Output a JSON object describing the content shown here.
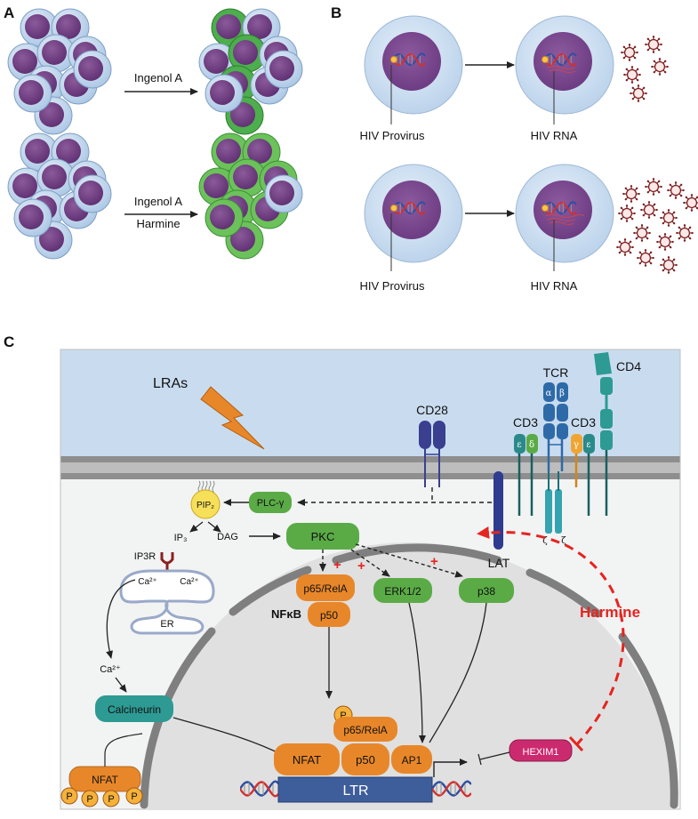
{
  "panels": {
    "a": {
      "letter": "A",
      "arrow1_label": "Ingenol A",
      "arrow2_label_line1": "Ingenol A",
      "arrow2_label_line2": "Harmine"
    },
    "b": {
      "letter": "B",
      "provirus_label": "HIV Provirus",
      "rna_label": "HIV RNA"
    },
    "c": {
      "letter": "C",
      "lras": "LRAs",
      "cd28": "CD28",
      "tcr": "TCR",
      "cd4": "CD4",
      "cd3_left": "CD3",
      "cd3_right": "CD3",
      "epsilon": "ε",
      "delta": "δ",
      "gamma": "γ",
      "alpha": "α",
      "beta": "β",
      "zeta": "ζ",
      "lat": "LAT",
      "pip2": "PIP₂",
      "plc": "PLC-γ",
      "ip3": "IP₃",
      "dag": "DAG",
      "pkc": "PKC",
      "ip3r": "IP3R",
      "ca": "Ca²⁺",
      "er": "ER",
      "calcineurin": "Calcineurin",
      "p65": "p65/RelA",
      "p50": "p50",
      "nfkb": "NFκB",
      "erk": "ERK1/2",
      "p38": "p38",
      "harmine": "Harmine",
      "hexim1": "HEXIM1",
      "nfat": "NFAT",
      "p": "P",
      "ap1": "AP1",
      "ltr": "LTR",
      "plus": "+"
    }
  },
  "colors": {
    "membrane_blue": "#c9dcef",
    "cytoplasm": "#f2f3f3",
    "nucleus": "#e0e0e0",
    "green": "#5aab46",
    "orange": "#e8872a",
    "teal": "#2d9a93",
    "red": "#e52420",
    "hexim": "#cc2a6f",
    "ltr": "#3e5d9b",
    "yellow": "#f6c74a"
  }
}
